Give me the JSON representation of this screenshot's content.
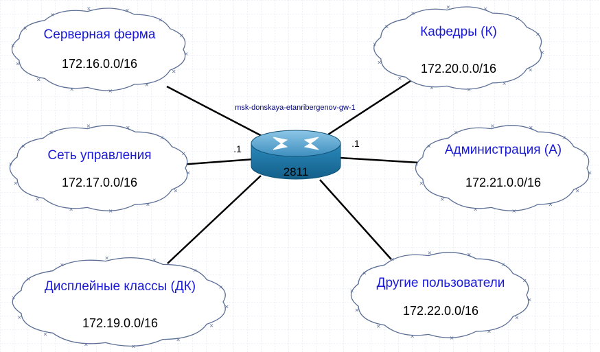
{
  "router": {
    "hostname": "msk-donskaya-etanribergenov-gw-1",
    "model": "2811",
    "iface_left": ".1",
    "iface_right": ".1"
  },
  "networks": [
    {
      "id": "server",
      "title": "Серверная ферма",
      "net": "172.16.0.0/16"
    },
    {
      "id": "mgmt",
      "title": "Сеть управления",
      "net": "172.17.0.0/16"
    },
    {
      "id": "display",
      "title": "Дисплейные классы (ДК)",
      "net": "172.19.0.0/16"
    },
    {
      "id": "dept",
      "title": "Кафедры (К)",
      "net": "172.20.0.0/16"
    },
    {
      "id": "admin",
      "title": "Администрация (А)",
      "net": "172.21.0.0/16"
    },
    {
      "id": "other",
      "title": "Другие пользователи",
      "net": "172.22.0.0/16"
    }
  ],
  "colors": {
    "cloud_stroke": "#5b6e96",
    "cloud_title": "#1a1ad6",
    "router_top": "#5aa5cf",
    "router_side": "#1c78a8",
    "link": "#000000",
    "grid": "#dbe3ec"
  }
}
